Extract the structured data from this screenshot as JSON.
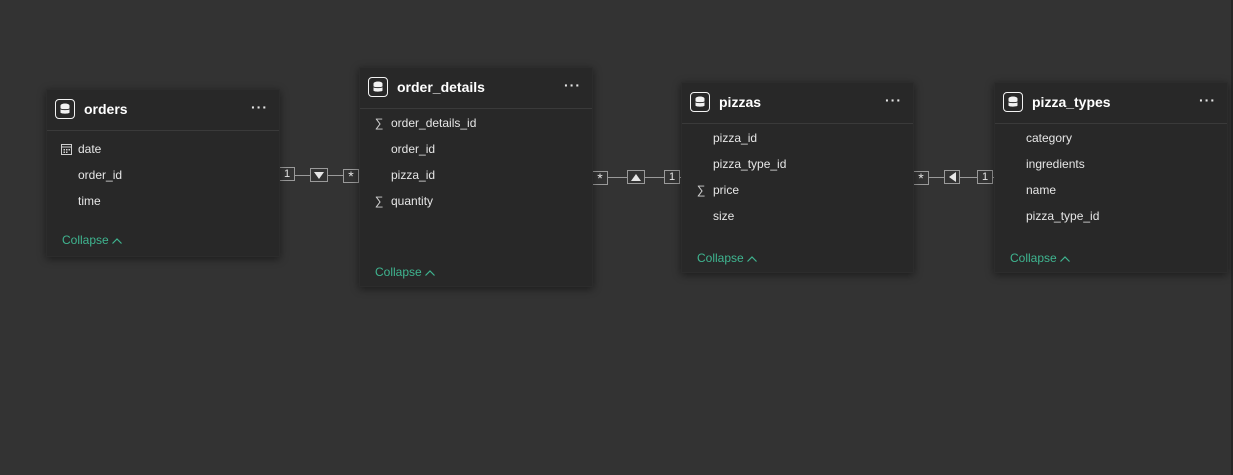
{
  "tables": {
    "orders": {
      "name": "orders",
      "fields": [
        "date",
        "order_id",
        "time"
      ],
      "collapse_label": "Collapse"
    },
    "order_details": {
      "name": "order_details",
      "fields": [
        "order_details_id",
        "order_id",
        "pizza_id",
        "quantity"
      ],
      "collapse_label": "Collapse"
    },
    "pizzas": {
      "name": "pizzas",
      "fields": [
        "pizza_id",
        "pizza_type_id",
        "price",
        "size"
      ],
      "collapse_label": "Collapse"
    },
    "pizza_types": {
      "name": "pizza_types",
      "fields": [
        "category",
        "ingredients",
        "name",
        "pizza_type_id"
      ],
      "collapse_label": "Collapse"
    }
  },
  "relationships": [
    {
      "from": "orders",
      "to": "order_details",
      "from_cardinality": "1",
      "to_cardinality": "*",
      "direction_icon": "arrow-down"
    },
    {
      "from": "order_details",
      "to": "pizzas",
      "from_cardinality": "*",
      "to_cardinality": "1",
      "direction_icon": "arrow-up"
    },
    {
      "from": "pizzas",
      "to": "pizza_types",
      "from_cardinality": "*",
      "to_cardinality": "1",
      "direction_icon": "arrow-left"
    }
  ],
  "more_label": "···",
  "colors": {
    "canvas": "#333333",
    "card": "#282828",
    "accent": "#3fb590",
    "line": "#9a9a9a"
  },
  "field_icons": {
    "date": "calendar-icon",
    "order_details_id": "sigma-icon",
    "quantity": "sigma-icon",
    "price": "sigma-icon"
  }
}
